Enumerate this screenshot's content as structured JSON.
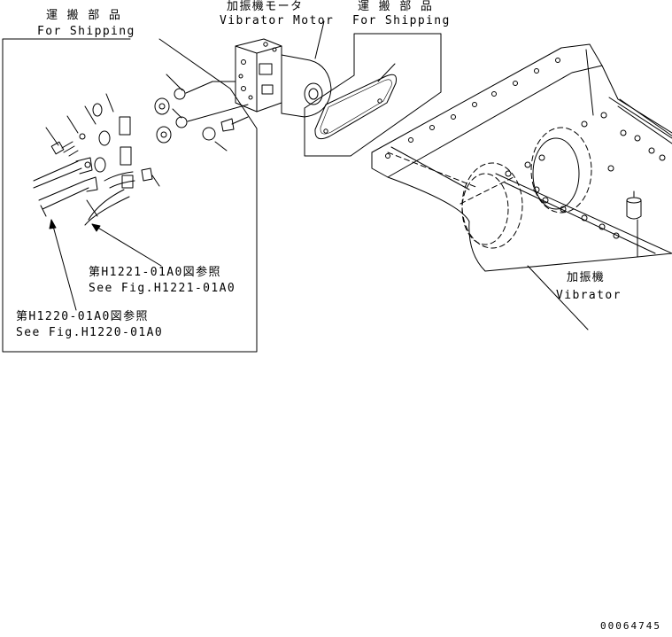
{
  "labels": {
    "for_shipping_left_jp": "運 搬 部 品",
    "for_shipping_left_en": "For Shipping",
    "vibrator_motor_jp": "加振機モータ",
    "vibrator_motor_en": "Vibrator Motor",
    "for_shipping_right_jp": "運 搬 部 品",
    "for_shipping_right_en": "For Shipping",
    "vibrator_jp": "加振機",
    "vibrator_en": "Vibrator",
    "ref_h1221_jp": "第H1221-01A0図参照",
    "ref_h1221_en": "See Fig.H1221-01A0",
    "ref_h1220_jp": "第H1220-01A0図参照",
    "ref_h1220_en": "See Fig.H1220-01A0"
  },
  "document_number": "00064745"
}
